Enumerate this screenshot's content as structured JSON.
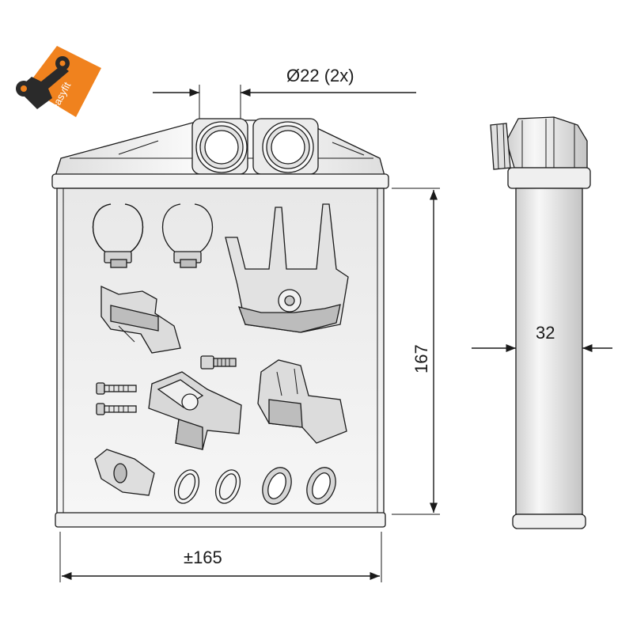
{
  "logo": {
    "text": "easyfit",
    "color": "#f0821e"
  },
  "dimensions": {
    "pipe_diameter": "Ø22 (2x)",
    "height": "167",
    "width": "±165",
    "depth": "32"
  },
  "colors": {
    "line": "#1a1a1a",
    "fill_light": "#f4f4f4",
    "fill_mid": "#dcdcdc",
    "fill_dark": "#a9a9a9"
  }
}
